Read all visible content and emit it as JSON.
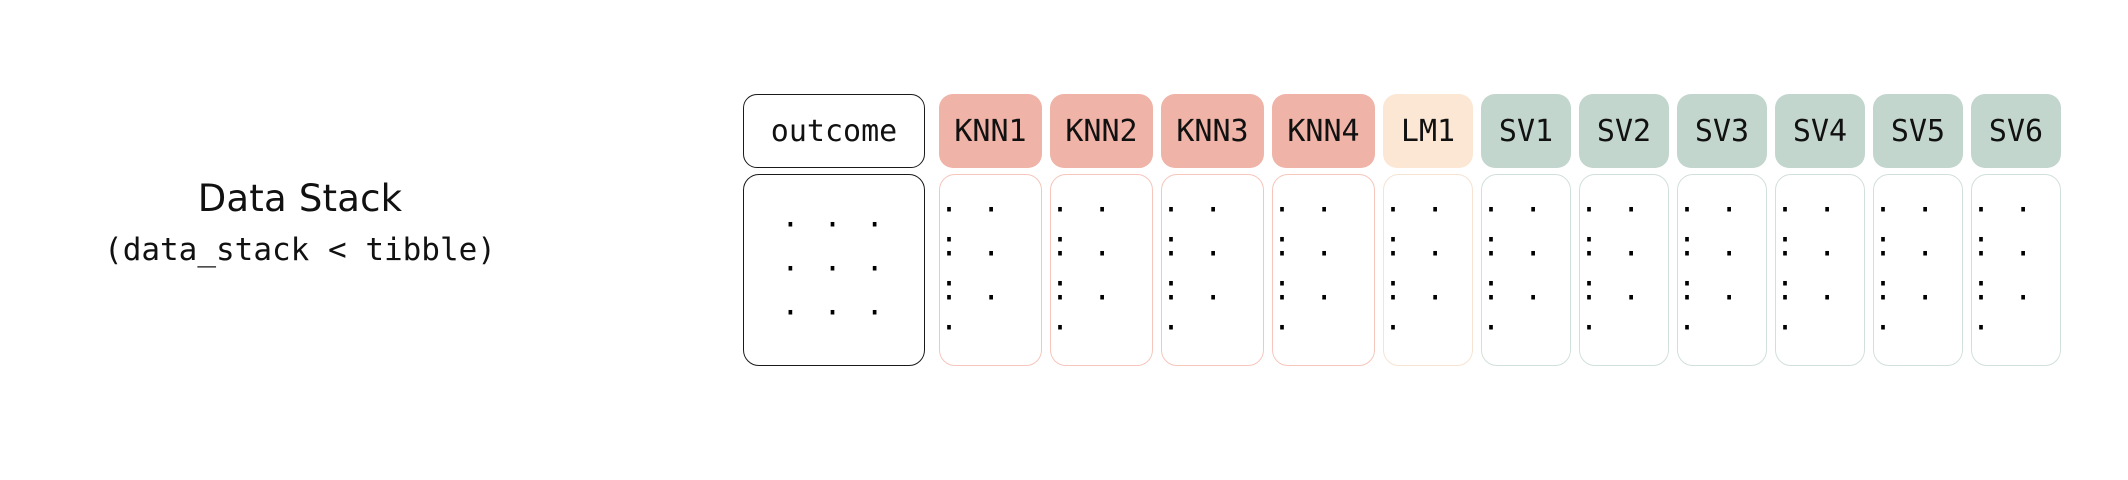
{
  "caption": {
    "title": "Data Stack",
    "subtitle": "(data_stack < tibble)"
  },
  "cells": {
    "ellipsis": "· · ·",
    "rows": 3
  },
  "colors": {
    "knn_header": "#F0B3A7",
    "knn_border": "#F6C6BC",
    "lm_header": "#FBE7D3",
    "lm_border": "#F7E3D2",
    "sv_header": "#C3D6CE",
    "sv_border": "#D2E0DA",
    "outcome_border": "#1a1a1a",
    "background": "#ffffff",
    "text": "#111111"
  },
  "stack": {
    "columns": [
      {
        "label": "outcome",
        "kind": "outcome",
        "width": 182
      },
      {
        "label": "KNN1",
        "kind": "knn",
        "width": 103
      },
      {
        "label": "KNN2",
        "kind": "knn",
        "width": 103
      },
      {
        "label": "KNN3",
        "kind": "knn",
        "width": 103
      },
      {
        "label": "KNN4",
        "kind": "knn",
        "width": 103
      },
      {
        "label": "LM1",
        "kind": "lm",
        "width": 90
      },
      {
        "label": "SV1",
        "kind": "sv",
        "width": 90
      },
      {
        "label": "SV2",
        "kind": "sv",
        "width": 90
      },
      {
        "label": "SV3",
        "kind": "sv",
        "width": 90
      },
      {
        "label": "SV4",
        "kind": "sv",
        "width": 90
      },
      {
        "label": "SV5",
        "kind": "sv",
        "width": 90
      },
      {
        "label": "SV6",
        "kind": "sv",
        "width": 90
      }
    ]
  }
}
